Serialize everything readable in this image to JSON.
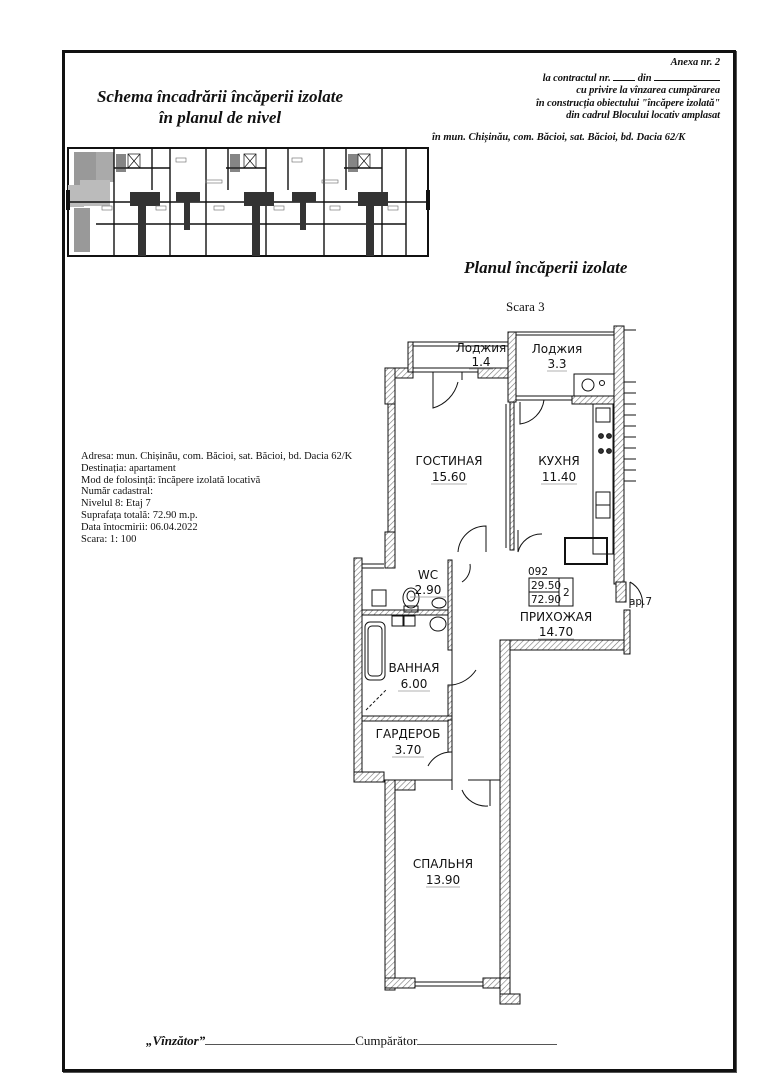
{
  "annex": {
    "title": "Anexa nr. 2",
    "line1_prefix": "la contractul nr.",
    "line1_mid": "din",
    "line2": "cu privire la vînzarea cumpărarea",
    "line3": "în construcția obiectului \"încăpere izolată\"",
    "line4": "din cadrul Blocului locativ amplasat",
    "line5": "în mun. Chișinău, com. Băcioi, sat. Băcioi, bd. Dacia 62/K"
  },
  "schema": {
    "title_italic": "Schema",
    "title_rest": "încadrării încăperii izolate",
    "title_line2": "în planul de nivel"
  },
  "plan": {
    "title": "Planul încăperii izolate",
    "stair": "Scara 3",
    "rooms": [
      {
        "name": "Лоджия",
        "area": "1.4"
      },
      {
        "name": "Лоджия",
        "area": "3.3"
      },
      {
        "name": "ГОСТИНАЯ",
        "area": "15.60"
      },
      {
        "name": "КУХНЯ",
        "area": "11.40"
      },
      {
        "name": "WC",
        "area": "2.90"
      },
      {
        "name": "ПРИХОЖАЯ",
        "area": "14.70"
      },
      {
        "name": "ВАННАЯ",
        "area": "6.00"
      },
      {
        "name": "ГАРДЕРОБ",
        "area": "3.70"
      },
      {
        "name": "СПАЛЬНЯ",
        "area": "13.90"
      }
    ],
    "unit": {
      "number": "092",
      "living_area": "29.50",
      "total_area": "72.90",
      "rooms_count": "2",
      "apartment_label": "ap.7"
    }
  },
  "info": {
    "address": "Adresa: mun. Chișinău, com. Băcioi, sat. Băcioi, bd. Dacia 62/K",
    "destination": "Destinația: apartament",
    "usage": "Mod de folosință: încăpere izolată locativă",
    "cadastral": "Număr cadastral:",
    "level": "Nivelul 8: Etaj 7",
    "total_area": "Suprafața totală: 72.90 m.p.",
    "date": "Data întocmirii: 06.04.2022",
    "scale": "Scara: 1: 100"
  },
  "signatures": {
    "seller": "„Vînzător”",
    "buyer": "Cumpărător"
  }
}
